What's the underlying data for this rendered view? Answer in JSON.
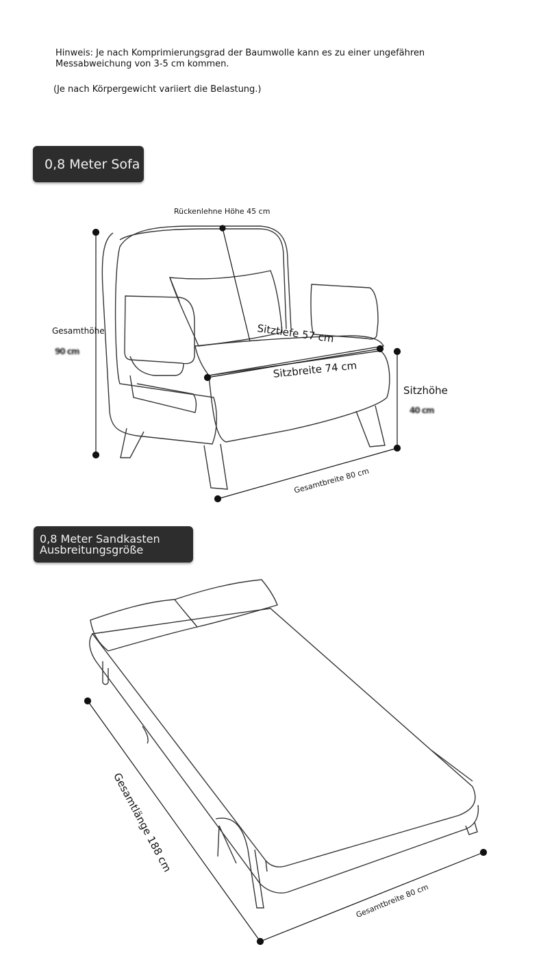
{
  "notice": {
    "line1": "Hinweis: Je nach Komprimierungsgrad der Baumwolle kann es zu einer ungefähren Messabweichung von 3-5 cm kommen.",
    "line2": "(Je nach Körpergewicht variiert die Belastung.)"
  },
  "sofa_section": {
    "title": "0,8 Meter Sofa",
    "labels": {
      "backrest_height": "Rückenlehne Höhe 45 cm",
      "total_height": "Gesamthöhe",
      "total_height_value": "90 cm",
      "seat_depth": "Sitztiefe 57 cm",
      "seat_width": "Sitzbreite 74 cm",
      "seat_height": "Sitzhöhe",
      "seat_height_value": "40 cm",
      "total_width": "Gesamtbreite 80 cm"
    }
  },
  "bed_section": {
    "title": "0,8 Meter Sandkasten Ausbreitungsgröße",
    "labels": {
      "total_length": "Gesamtlänge 188 cm",
      "total_width": "Gesamtbreite 80 cm"
    }
  },
  "colors": {
    "pill_bg": "#2d2d2d",
    "line": "#111111"
  }
}
